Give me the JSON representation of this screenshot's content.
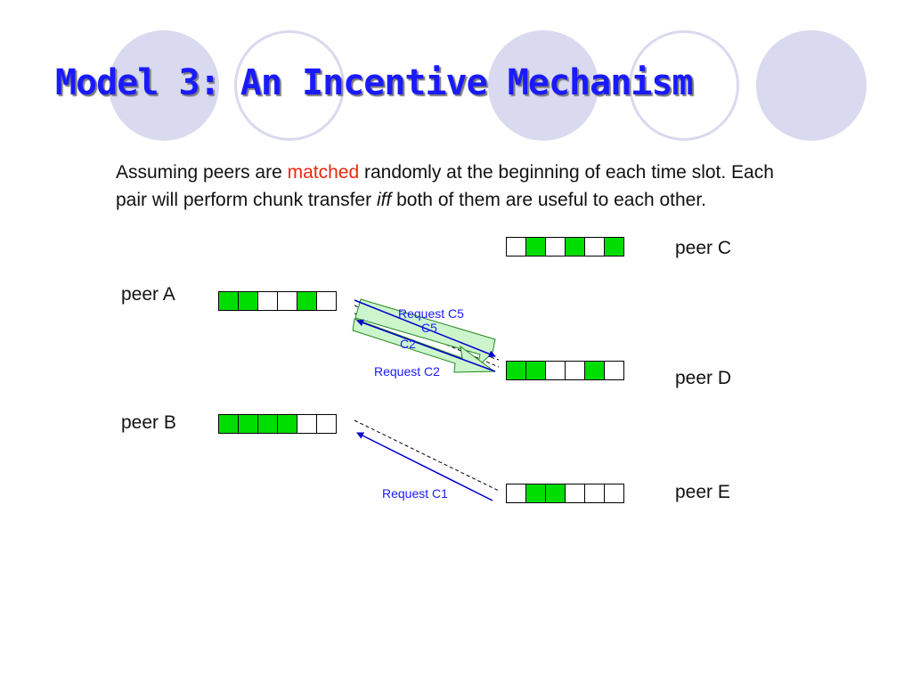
{
  "slide": {
    "title": "Model 3: An Incentive Mechanism",
    "paragraph": {
      "before": "Assuming peers are ",
      "highlight": "matched",
      "middle": " randomly at the beginning of each time slot. Each pair will perform chunk transfer ",
      "italic": "iff",
      "after": " both of them are useful to each other."
    }
  },
  "peers": [
    {
      "id": "a",
      "label": "peer A",
      "chunks": [
        1,
        1,
        0,
        0,
        1,
        0
      ]
    },
    {
      "id": "b",
      "label": "peer B",
      "chunks": [
        1,
        1,
        1,
        1,
        0,
        0
      ]
    },
    {
      "id": "c",
      "label": "peer C",
      "chunks": [
        0,
        1,
        0,
        1,
        0,
        1
      ]
    },
    {
      "id": "d",
      "label": "peer D",
      "chunks": [
        1,
        1,
        0,
        0,
        1,
        0
      ]
    },
    {
      "id": "e",
      "label": "peer E",
      "chunks": [
        0,
        1,
        1,
        0,
        0,
        0
      ]
    }
  ],
  "transfers": {
    "request_c5": "Request C5",
    "chunk_c5": "C5",
    "chunk_c2": "C2",
    "request_c2": "Request C2",
    "request_c1": "Request C1"
  },
  "colors": {
    "title": "#1a1aff",
    "highlight": "#e8290f",
    "chunk_filled": "#00dd00",
    "transfer_arrow_fill": "#ccf5cc",
    "request_line": "#0000cc",
    "decor_circle": "#d9d9ef"
  }
}
